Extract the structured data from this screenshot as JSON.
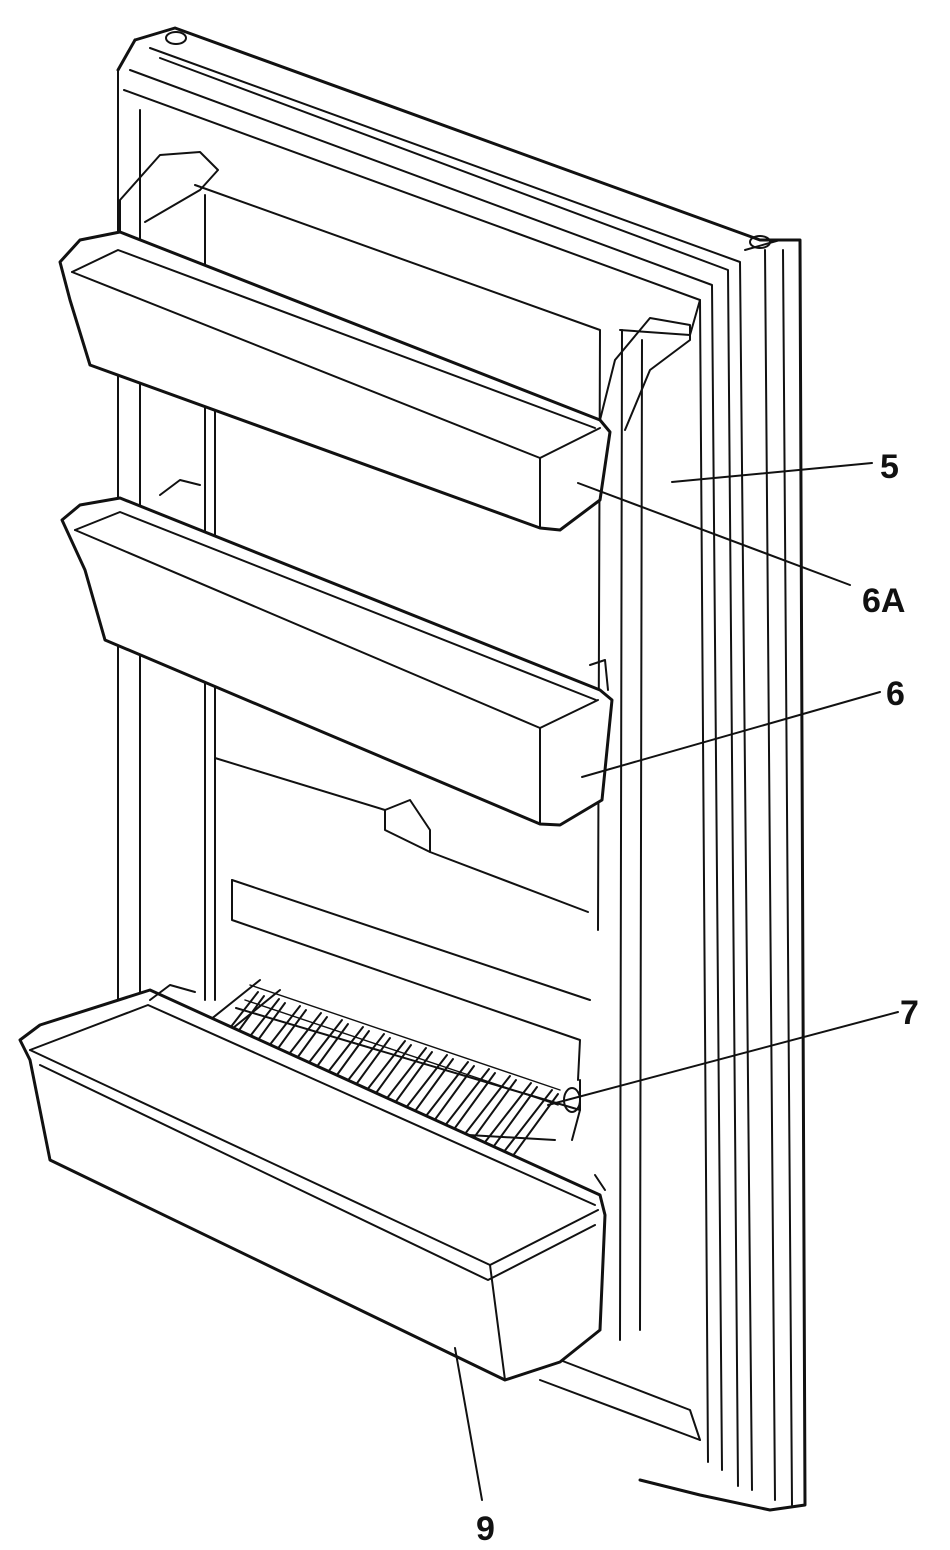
{
  "diagram": {
    "callouts": [
      {
        "id": "door-panel",
        "label": "5"
      },
      {
        "id": "upper-shelf",
        "label": "6A"
      },
      {
        "id": "middle-shelf",
        "label": "6"
      },
      {
        "id": "egg-rack",
        "label": "7"
      },
      {
        "id": "bottom-bin",
        "label": "9"
      }
    ]
  }
}
